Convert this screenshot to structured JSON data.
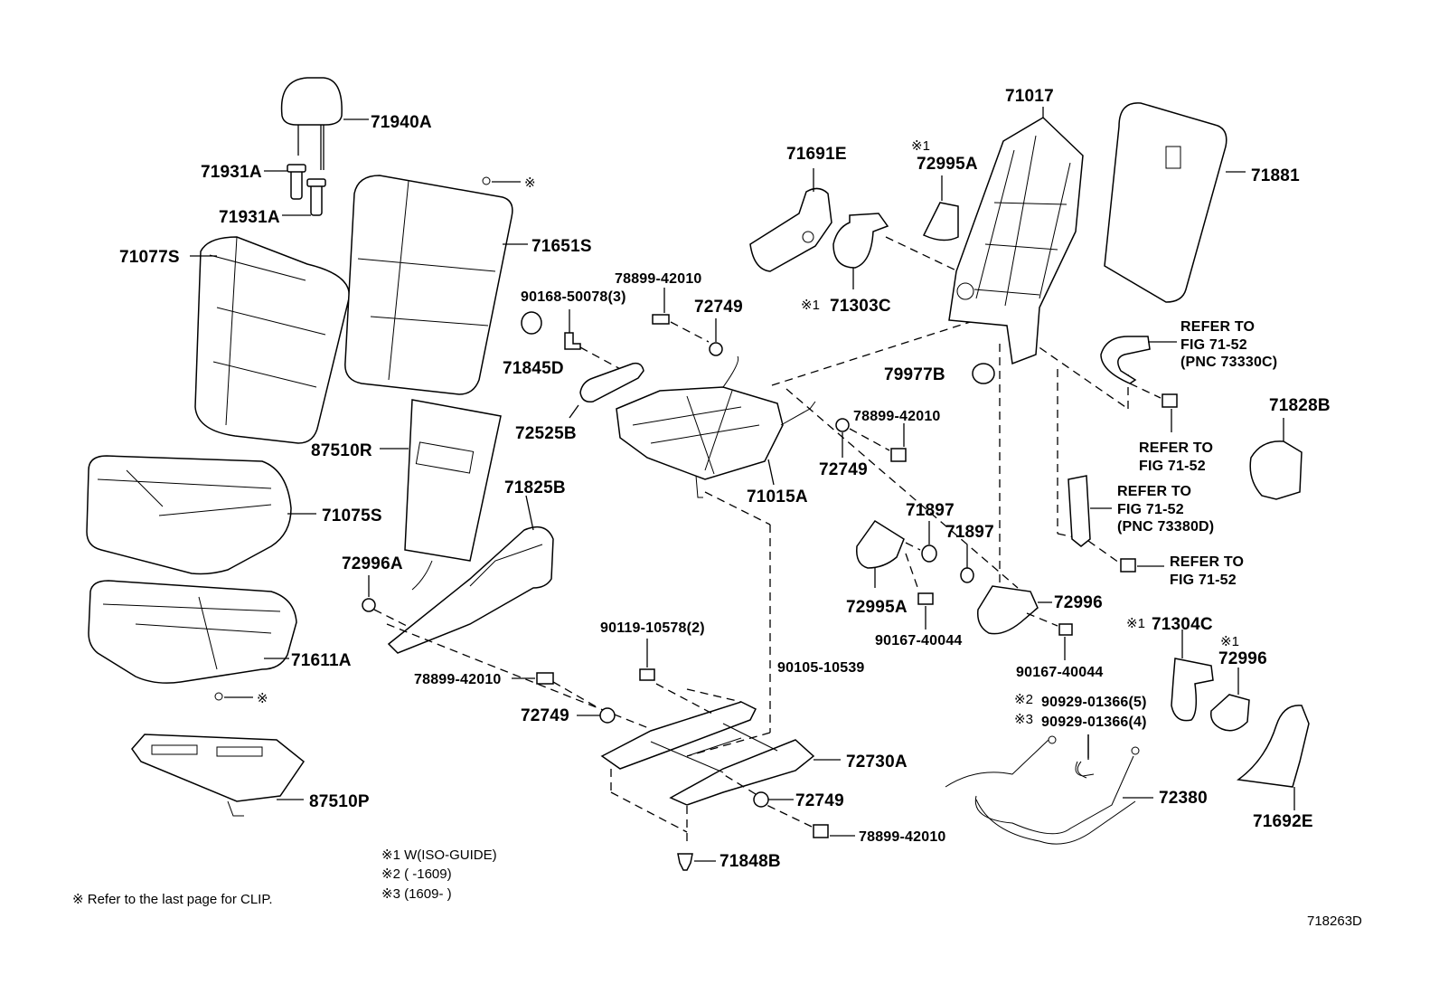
{
  "parts": {
    "p71940A": "71940A",
    "p71931A_1": "71931A",
    "p71931A_2": "71931A",
    "p71077S": "71077S",
    "p71651S": "71651S",
    "p78899_1": "78899-42010",
    "p90168": "90168-50078(3)",
    "p72749_1": "72749",
    "p71845D": "71845D",
    "p72525B": "72525B",
    "p87510R": "87510R",
    "p71825B": "71825B",
    "p71075S": "71075S",
    "p72996A": "72996A",
    "p71611A": "71611A",
    "p87510P": "87510P",
    "p71691E": "71691E",
    "p72995A_1": "72995A",
    "p71303C": "71303C",
    "p71017": "71017",
    "p71881": "71881",
    "p79977B": "79977B",
    "p78899_2": "78899-42010",
    "p72749_2": "72749",
    "p71015A": "71015A",
    "p71897_1": "71897",
    "p71897_2": "71897",
    "p72995A_2": "72995A",
    "p72996": "72996",
    "p90167_1": "90167-40044",
    "p90167_2": "90167-40044",
    "p90119": "90119-10578(2)",
    "p90105": "90105-10539",
    "p78899_3": "78899-42010",
    "p72749_3": "72749",
    "p72730A": "72730A",
    "p72749_4": "72749",
    "p78899_4": "78899-42010",
    "p71848B": "71848B",
    "p71304C": "71304C",
    "p72996_2": "72996",
    "p90929_5": "90929-01366(5)",
    "p90929_4": "90929-01366(4)",
    "p72380": "72380",
    "p71692E": "71692E",
    "p71828B": "71828B"
  },
  "refs": {
    "r1_a": "REFER TO",
    "r1_b": "FIG 71-52",
    "r1_c": "(PNC 73330C)",
    "r2_a": "REFER TO",
    "r2_b": "FIG 71-52",
    "r3_a": "REFER TO",
    "r3_b": "FIG 71-52",
    "r3_c": "(PNC 73380D)",
    "r4_a": "REFER TO",
    "r4_b": "FIG 71-52"
  },
  "marks": {
    "m1": "※1",
    "m2": "※2",
    "m3": "※3",
    "asterisk": "※"
  },
  "notes": {
    "n1": "※1 W(ISO-GUIDE)",
    "n2": "※2 (       -1609)",
    "n3": "※3 (1609-       )",
    "clip": "※   Refer to the last page for CLIP."
  },
  "diagram_id": "718263D"
}
